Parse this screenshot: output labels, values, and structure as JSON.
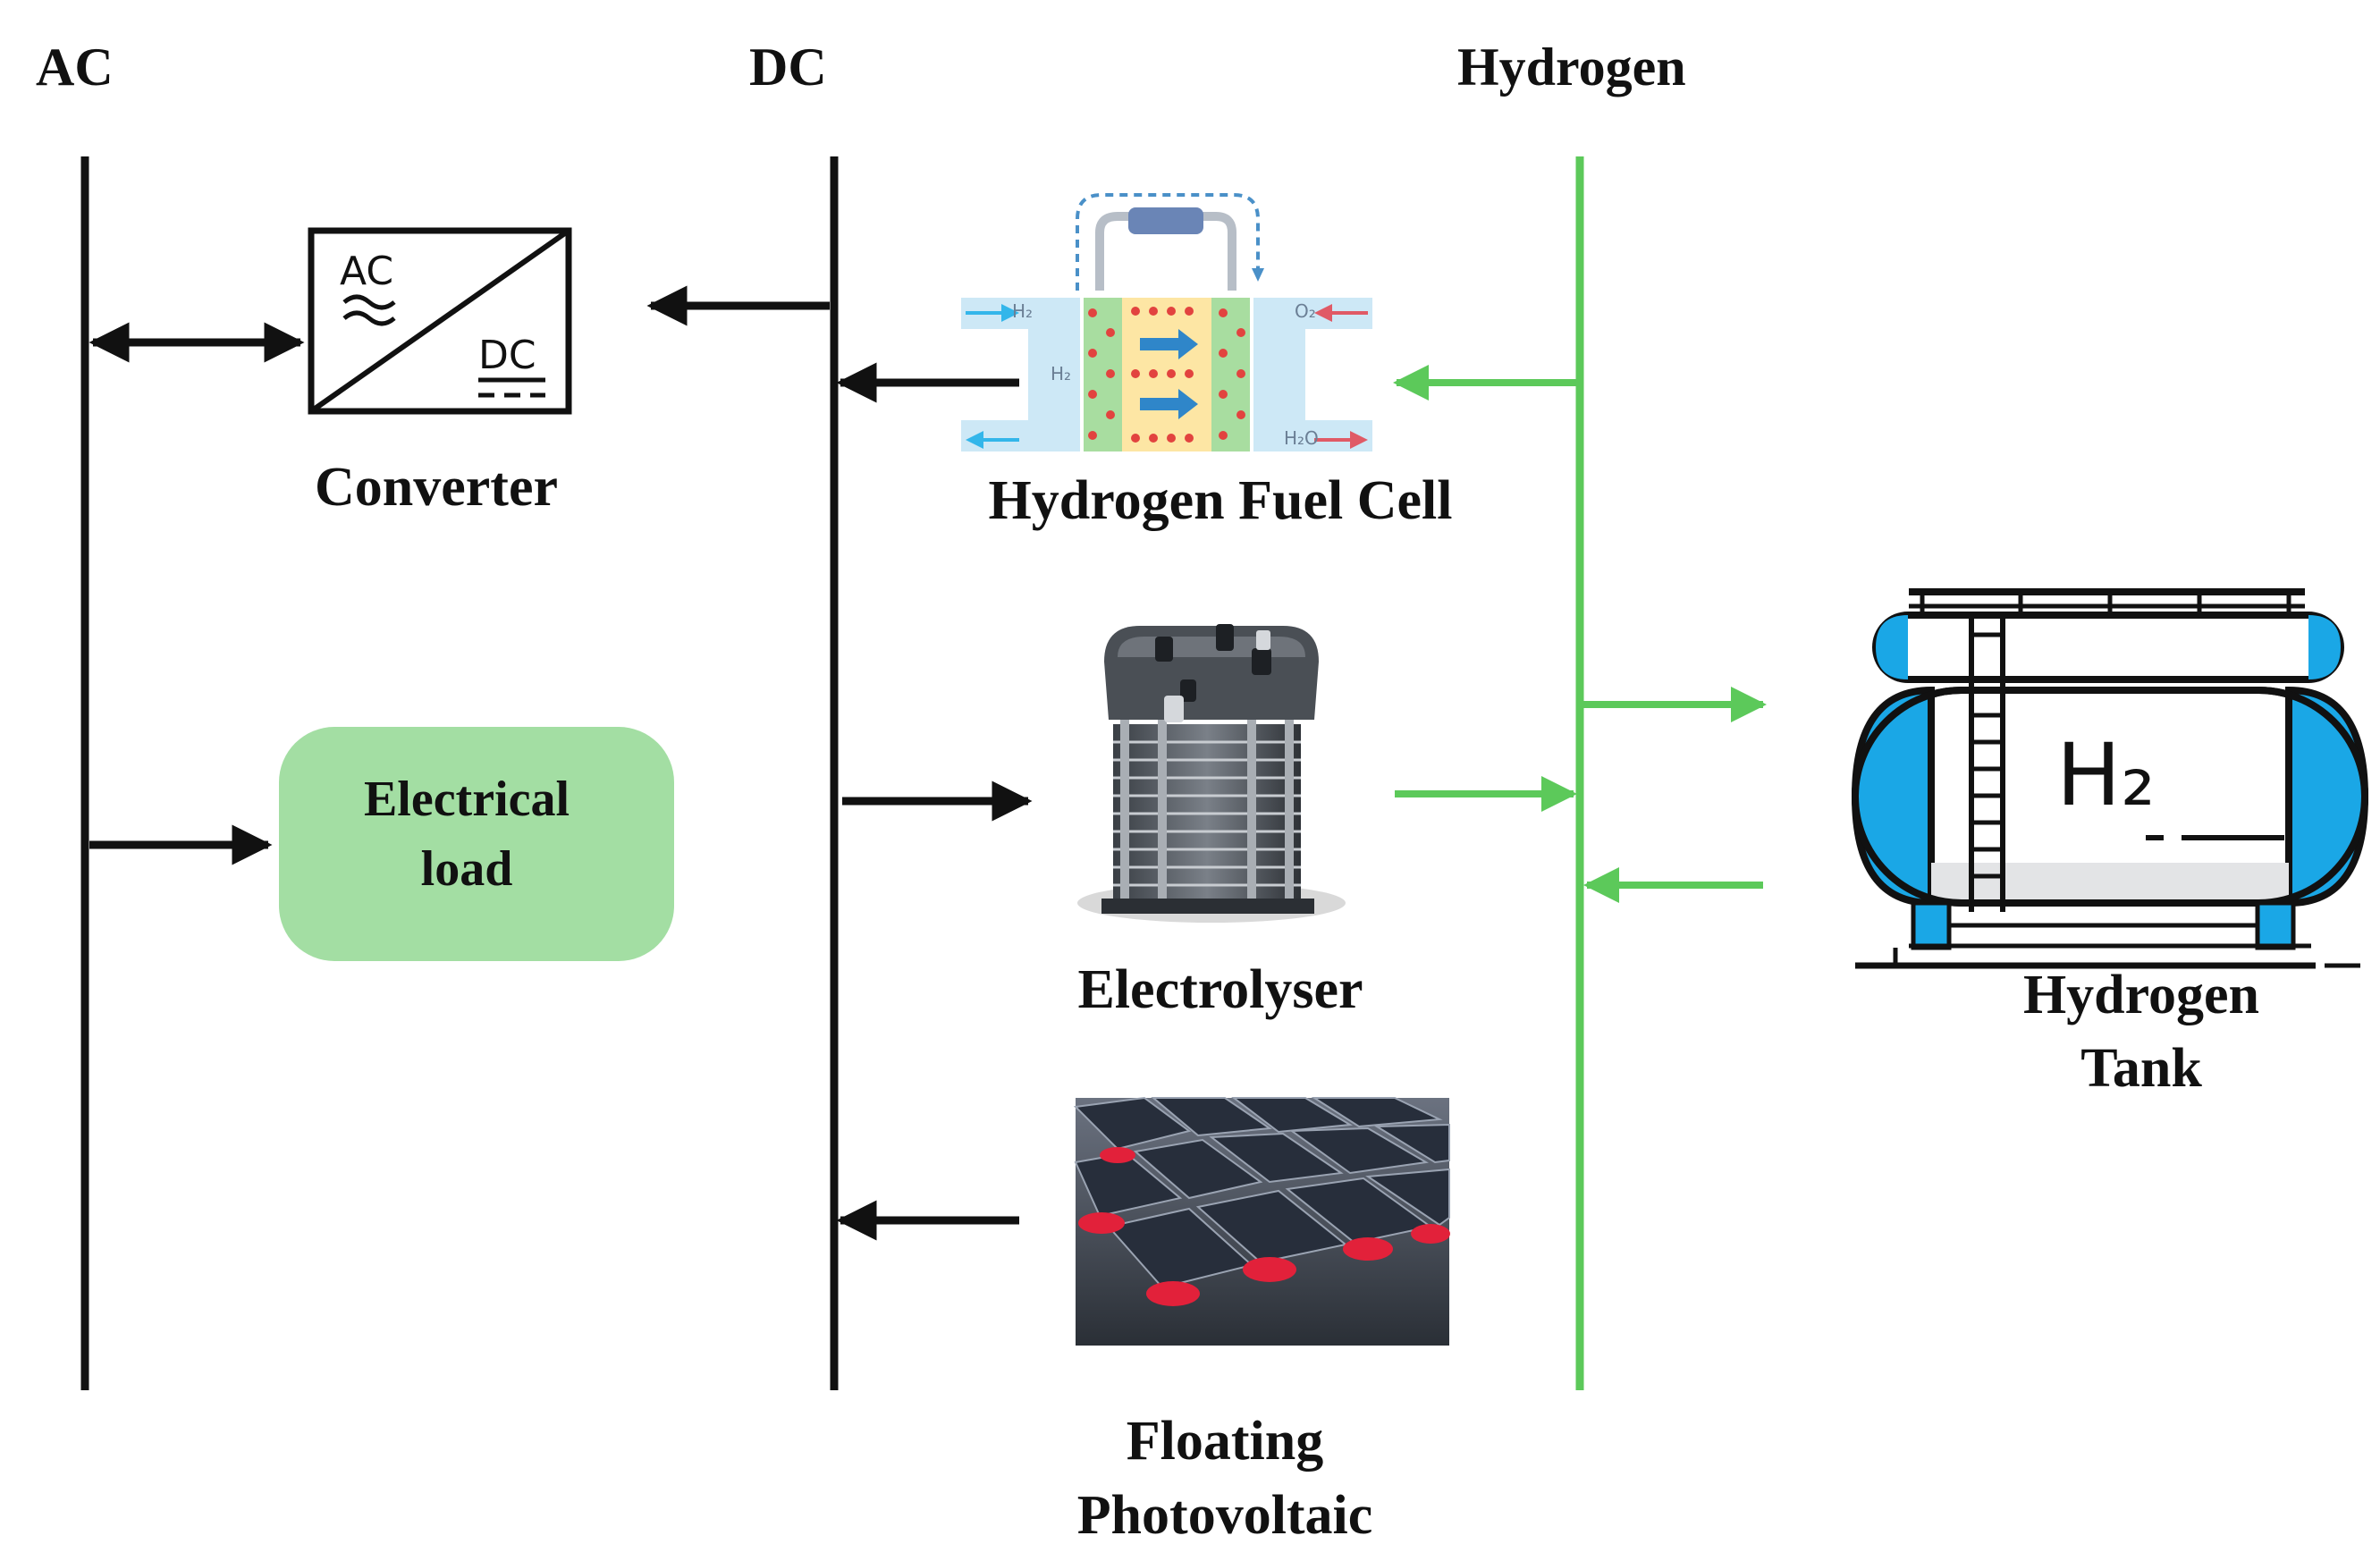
{
  "buses": {
    "ac": "AC",
    "dc": "DC",
    "hydrogen": "Hydrogen"
  },
  "components": {
    "converter": "Converter",
    "fuel_cell": "Hydrogen Fuel Cell",
    "electrolyser": "Electrolyser",
    "pv_line1": "Floating",
    "pv_line2": "Photovoltaic",
    "tank_line1": "Hydrogen",
    "tank_line2": "Tank",
    "load_line1": "Electrical",
    "load_line2": "load"
  },
  "converter_icon": {
    "top": "AC",
    "bottom": "DC"
  },
  "fuel_cell_icon": {
    "h2_in": "H₂",
    "h2_mid": "H₂",
    "o2_in": "O₂",
    "h2o_out": "H₂O"
  },
  "tank_icon": {
    "label": "H₂"
  },
  "colors": {
    "electric": "#111111",
    "hydrogen": "#5cc95a",
    "load_fill": "#a3dea3",
    "tank_accent": "#1aa7e6",
    "fuel_cell_membrane": "#a8dda0",
    "fuel_cell_core": "#fde6a4"
  }
}
